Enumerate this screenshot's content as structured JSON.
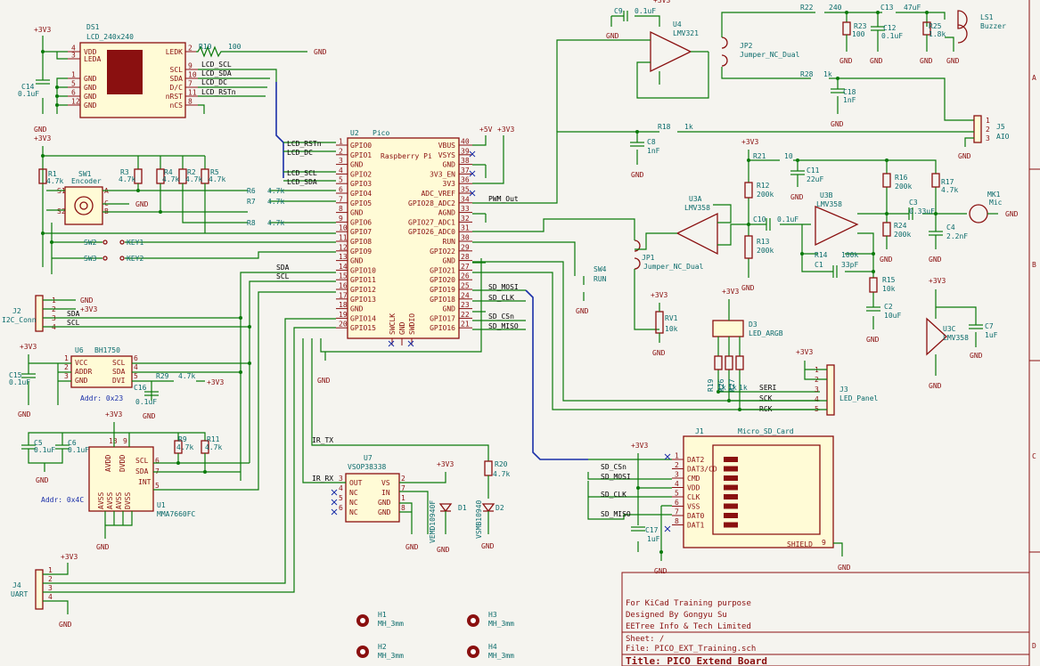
{
  "frame": {
    "border_letters": [
      "A",
      "B",
      "C",
      "D"
    ]
  },
  "title_block": {
    "line1": "For KiCad Training purpose",
    "line2": "Designed By Gongyu Su",
    "line3": "EETree Info & Tech Limited",
    "sheet": "Sheet: /",
    "file": "File: PICO_EXT_Training.sch",
    "title": "Title: PICO Extend Board"
  },
  "pico": {
    "ref": "U2",
    "value": "Pico",
    "name": "Raspberry Pi",
    "left_pins": [
      {
        "n": "1",
        "name": "GPIO0"
      },
      {
        "n": "2",
        "name": "GPIO1"
      },
      {
        "n": "3",
        "name": "GND"
      },
      {
        "n": "4",
        "name": "GPIO2"
      },
      {
        "n": "5",
        "name": "GPIO3"
      },
      {
        "n": "6",
        "name": "GPIO4"
      },
      {
        "n": "7",
        "name": "GPIO5"
      },
      {
        "n": "8",
        "name": "GND"
      },
      {
        "n": "9",
        "name": "GPIO6"
      },
      {
        "n": "10",
        "name": "GPIO7"
      },
      {
        "n": "11",
        "name": "GPIO8"
      },
      {
        "n": "12",
        "name": "GPIO9"
      },
      {
        "n": "13",
        "name": "GND"
      },
      {
        "n": "14",
        "name": "GPIO10"
      },
      {
        "n": "15",
        "name": "GPIO11"
      },
      {
        "n": "16",
        "name": "GPIO12"
      },
      {
        "n": "17",
        "name": "GPIO13"
      },
      {
        "n": "18",
        "name": "GND"
      },
      {
        "n": "19",
        "name": "GPIO14"
      },
      {
        "n": "20",
        "name": "GPIO15"
      }
    ],
    "right_pins": [
      {
        "n": "40",
        "name": "VBUS"
      },
      {
        "n": "39",
        "name": "VSYS"
      },
      {
        "n": "38",
        "name": "GND"
      },
      {
        "n": "37",
        "name": "3V3_EN"
      },
      {
        "n": "36",
        "name": "3V3"
      },
      {
        "n": "35",
        "name": "ADC_VREF"
      },
      {
        "n": "34",
        "name": "GPIO28_ADC2"
      },
      {
        "n": "33",
        "name": "AGND"
      },
      {
        "n": "32",
        "name": "GPIO27_ADC1"
      },
      {
        "n": "31",
        "name": "GPIO26_ADC0"
      },
      {
        "n": "30",
        "name": "RUN"
      },
      {
        "n": "29",
        "name": "GPIO22"
      },
      {
        "n": "28",
        "name": "GND"
      },
      {
        "n": "27",
        "name": "GPIO21"
      },
      {
        "n": "26",
        "name": "GPIO20"
      },
      {
        "n": "25",
        "name": "GPIO19"
      },
      {
        "n": "24",
        "name": "GPIO18"
      },
      {
        "n": "23",
        "name": "GND"
      },
      {
        "n": "22",
        "name": "GPIO17"
      },
      {
        "n": "21",
        "name": "GPIO16"
      }
    ],
    "bottom_pins": [
      "SWCLK",
      "GND",
      "SWDIO"
    ]
  },
  "lcd": {
    "ref": "DS1",
    "value": "LCD_240x240",
    "left_pins": [
      {
        "n": "4",
        "name": "VDD"
      },
      {
        "n": "3",
        "name": "LEDA"
      },
      {
        "n": "1",
        "name": "GND"
      },
      {
        "n": "5",
        "name": "GND"
      },
      {
        "n": "6",
        "name": "GND"
      },
      {
        "n": "12",
        "name": "GND"
      }
    ],
    "right_pins": [
      {
        "n": "2",
        "name": "LEDK"
      },
      {
        "n": "9",
        "name": "SCL"
      },
      {
        "n": "10",
        "name": "SDA"
      },
      {
        "n": "7",
        "name": "D/C"
      },
      {
        "n": "11",
        "name": "nRST"
      },
      {
        "n": "8",
        "name": "nCS"
      }
    ]
  },
  "nets": {
    "lcd": [
      "LCD_SCL",
      "LCD_SDA",
      "LCD_DC",
      "LCD_RSTn"
    ],
    "lcd_pico": [
      "LCD_RSTn",
      "LCD_DC",
      "LCD_SCL",
      "LCD_SDA"
    ],
    "sda": "SDA",
    "scl": "SCL",
    "pwm": "PWM_Out",
    "sd": [
      "SD_MOSI",
      "SD_CLK",
      "SD_CSn",
      "SD_MISO"
    ],
    "sd_card": [
      "SD_CSn",
      "SD_MOSI",
      "SD_CLK",
      "SD_MISO"
    ],
    "ir_tx": "IR_TX",
    "ir_rx": "IR_RX",
    "led": [
      "SERI",
      "SCK",
      "RCK"
    ]
  },
  "power": {
    "v33": "+3V3",
    "v5": "+5V",
    "gnd": "GND"
  },
  "parts": {
    "R10": {
      "ref": "R10",
      "value": "100"
    },
    "C14": {
      "ref": "C14",
      "value": "0.1uF"
    },
    "R1": {
      "ref": "R1",
      "value": "4.7k"
    },
    "R2": {
      "ref": "R2",
      "value": "4.7k"
    },
    "R3": {
      "ref": "R3",
      "value": "4.7k"
    },
    "R4": {
      "ref": "R4",
      "value": "4.7k"
    },
    "R5": {
      "ref": "R5",
      "value": "4.7k"
    },
    "R6": {
      "ref": "R6",
      "value": "4.7k"
    },
    "R7": {
      "ref": "R7",
      "value": "4.7k"
    },
    "R8": {
      "ref": "R8",
      "value": "4.7k"
    },
    "SW1": {
      "ref": "SW1",
      "value": "Encoder",
      "pins": [
        "S1",
        "S2",
        "A",
        "C",
        "B"
      ]
    },
    "SW2": {
      "ref": "SW2",
      "value": "KEY1"
    },
    "SW3": {
      "ref": "SW3",
      "value": "KEY2"
    },
    "J2": {
      "ref": "J2",
      "value": "I2C_Conn",
      "pins": [
        "1",
        "2",
        "3",
        "4"
      ]
    },
    "U6": {
      "ref": "U6",
      "value": "BH1750",
      "left": [
        "VCC",
        "ADDR",
        "GND"
      ],
      "right": [
        "SCL",
        "SDA",
        "DVI"
      ],
      "lnum": [
        "1",
        "2",
        "3"
      ],
      "rnum": [
        "6",
        "4",
        "5"
      ],
      "addr": "Addr: 0x23"
    },
    "C15": {
      "ref": "C15",
      "value": "0.1uF"
    },
    "C16": {
      "ref": "C16",
      "value": "0.1uF"
    },
    "R29": {
      "ref": "R29",
      "value": "4.7k"
    },
    "U1": {
      "ref": "U1",
      "value": "MMA7660FC",
      "addr": "Addr: 0x4C",
      "pins": [
        "AVDD",
        "DVDD",
        "SCL",
        "SDA",
        "INT",
        "AVSS",
        "AVSS",
        "AVSS",
        "DVSS"
      ],
      "pnums": [
        "13",
        "9",
        "6",
        "7",
        "5"
      ]
    },
    "C5": {
      "ref": "C5",
      "value": "0.1uF"
    },
    "C6": {
      "ref": "C6",
      "value": "0.1uF"
    },
    "R9": {
      "ref": "R9",
      "value": "4.7k"
    },
    "R11": {
      "ref": "R11",
      "value": "4.7k"
    },
    "J4": {
      "ref": "J4",
      "value": "UART",
      "pins": [
        "1",
        "2",
        "3",
        "4"
      ]
    },
    "U7": {
      "ref": "U7",
      "value": "VSOP38338",
      "left": [
        "OUT",
        "NC",
        "NC",
        "NC"
      ],
      "right": [
        "VS",
        "IN",
        "GND",
        "GND"
      ],
      "lnum": [
        "3",
        "4",
        "5",
        "6"
      ],
      "rnum": [
        "2",
        "7",
        "1",
        "8"
      ]
    },
    "D1": {
      "ref": "D1",
      "value": "VEMD10940F"
    },
    "D2": {
      "ref": "D2",
      "value": "VSMB10940"
    },
    "R20": {
      "ref": "R20",
      "value": "4.7k"
    },
    "C9": {
      "ref": "C9",
      "value": "0.1uF"
    },
    "U4": {
      "ref": "U4",
      "value": "LMV321"
    },
    "JP2": {
      "ref": "JP2",
      "value": "Jumper_NC_Dual"
    },
    "R22": {
      "ref": "R22",
      "value": "240"
    },
    "R23": {
      "ref": "R23",
      "value": "100"
    },
    "C13": {
      "ref": "C13",
      "value": "47uF"
    },
    "C12": {
      "ref": "C12",
      "value": "0.1uF"
    },
    "R25": {
      "ref": "R25",
      "value": "1.8k"
    },
    "LS1": {
      "ref": "LS1",
      "value": "Buzzer"
    },
    "R28": {
      "ref": "R28",
      "value": "1k"
    },
    "C18": {
      "ref": "C18",
      "value": "1nF"
    },
    "J5": {
      "ref": "J5",
      "value": "AIO",
      "pins": [
        "1",
        "2",
        "3"
      ]
    },
    "R18": {
      "ref": "R18",
      "value": "1k"
    },
    "C8": {
      "ref": "C8",
      "value": "1nF"
    },
    "R21": {
      "ref": "R21",
      "value": "10"
    },
    "C11": {
      "ref": "C11",
      "value": "22uF"
    },
    "R12": {
      "ref": "R12",
      "value": "200k"
    },
    "R13": {
      "ref": "R13",
      "value": "200k"
    },
    "U3A": {
      "ref": "U3A",
      "value": "LMV358"
    },
    "U3B": {
      "ref": "U3B",
      "value": "LMV358"
    },
    "U3C": {
      "ref": "U3C",
      "value": "LMV358"
    },
    "C10": {
      "ref": "C10",
      "value": "0.1uF"
    },
    "R16": {
      "ref": "R16",
      "value": "200k"
    },
    "R17": {
      "ref": "R17",
      "value": "4.7k"
    },
    "MK1": {
      "ref": "MK1",
      "value": "Mic"
    },
    "C3": {
      "ref": "C3",
      "value": "0.33uF"
    },
    "R24": {
      "ref": "R24",
      "value": "200k"
    },
    "C4": {
      "ref": "C4",
      "value": "2.2nF"
    },
    "R14": {
      "ref": "R14",
      "value": "100k"
    },
    "C1": {
      "ref": "C1",
      "value": "33pF"
    },
    "R15": {
      "ref": "R15",
      "value": "10k"
    },
    "C2": {
      "ref": "C2",
      "value": "10uF"
    },
    "C7": {
      "ref": "C7",
      "value": "1uF"
    },
    "JP1": {
      "ref": "JP1",
      "value": "Jumper_NC_Dual"
    },
    "SW4": {
      "ref": "SW4",
      "value": "RUN"
    },
    "RV1": {
      "ref": "RV1",
      "value": "10k"
    },
    "D3": {
      "ref": "D3",
      "value": "LED_ARGB"
    },
    "R19": {
      "ref": "R19",
      "value": "1k"
    },
    "R26": {
      "ref": "R26",
      "value": "1k"
    },
    "R27": {
      "ref": "R27",
      "value": "1k"
    },
    "J3": {
      "ref": "J3",
      "value": "LED_Panel",
      "pins": [
        "1",
        "2",
        "3",
        "4",
        "5"
      ]
    },
    "J1": {
      "ref": "J1",
      "value": "Micro_SD_Card",
      "pins": [
        "DAT2",
        "DAT3/CD",
        "CMD",
        "VDD",
        "CLK",
        "VSS",
        "DAT0",
        "DAT1"
      ],
      "pnums": [
        "1",
        "2",
        "3",
        "4",
        "5",
        "6",
        "7",
        "8"
      ],
      "shield": "SHIELD",
      "shield_num": "9"
    },
    "C17": {
      "ref": "C17",
      "value": "1uF"
    },
    "H1": {
      "ref": "H1",
      "value": "MH_3mm"
    },
    "H2": {
      "ref": "H2",
      "value": "MH_3mm"
    },
    "H3": {
      "ref": "H3",
      "value": "MH_3mm"
    },
    "H4": {
      "ref": "H4",
      "value": "MH_3mm"
    }
  }
}
